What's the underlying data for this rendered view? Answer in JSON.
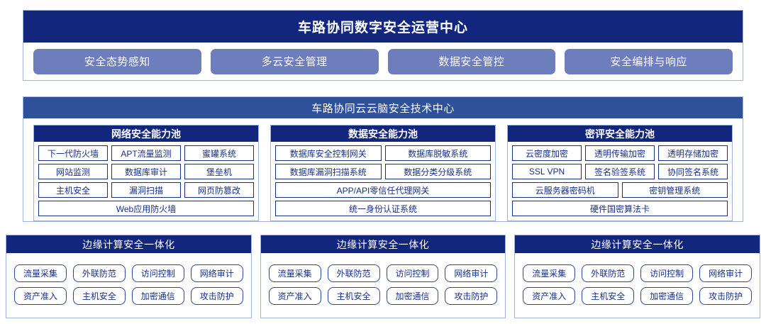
{
  "colors": {
    "navy_dark": "#12267E",
    "navy_mid": "#2E5199",
    "periwinkle": "#6E7DBB",
    "border_light": "#9DB2DC",
    "text_navy": "#16308A"
  },
  "ops_center": {
    "title": "车路协同数字安全运营中心",
    "buttons": [
      "安全态势感知",
      "多云安全管理",
      "数据安全管控",
      "安全编排与响应"
    ]
  },
  "brain_center": {
    "title": "车路协同云云脑安全技术中心",
    "pools": [
      {
        "title": "网络安全能力池",
        "rows": [
          [
            "下一代防火墙",
            "APT流量监测",
            "蜜罐系统"
          ],
          [
            "网站监测",
            "数据库审计",
            "堡垒机"
          ],
          [
            "主机安全",
            "漏洞扫描",
            "网页防篡改"
          ],
          [
            "Web应用防火墙"
          ]
        ]
      },
      {
        "title": "数据安全能力池",
        "rows": [
          [
            "数据库安全控制网关",
            "数据库脱敏系统"
          ],
          [
            "数据库漏洞扫描系统",
            "数据分类分级系统"
          ],
          [
            "APP/API零信任代理网关"
          ],
          [
            "统一身份认证系统"
          ]
        ]
      },
      {
        "title": "密评安全能力池",
        "rows": [
          [
            "云密度加密",
            "透明传输加密",
            "透明存储加密"
          ],
          [
            "SSL VPN",
            "签名验签系统",
            "协同签名系统"
          ],
          [
            "云服务器密码机",
            "密钥管理系统"
          ],
          [
            "硬件国密算法卡"
          ]
        ]
      }
    ]
  },
  "edge_panels": [
    {
      "title": "边缘计算安全一体化",
      "rows": [
        [
          "流量采集",
          "外联防范",
          "访问控制",
          "网络审计"
        ],
        [
          "资产准入",
          "主机安全",
          "加密通信",
          "攻击防护"
        ]
      ]
    },
    {
      "title": "边缘计算安全一体化",
      "rows": [
        [
          "流量采集",
          "外联防范",
          "访问控制",
          "网络审计"
        ],
        [
          "资产准入",
          "主机安全",
          "加密通信",
          "攻击防护"
        ]
      ]
    },
    {
      "title": "边缘计算安全一体化",
      "rows": [
        [
          "流量采集",
          "外联防范",
          "访问控制",
          "网络审计"
        ],
        [
          "资产准入",
          "主机安全",
          "加密通信",
          "攻击防护"
        ]
      ]
    }
  ]
}
